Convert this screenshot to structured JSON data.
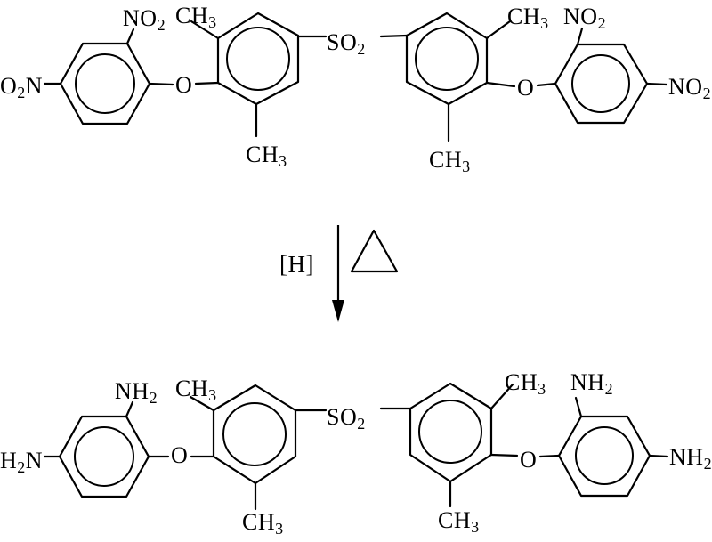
{
  "scheme": {
    "type": "chemical-reaction-scheme",
    "ink_color": "#000000",
    "background_color": "#ffffff",
    "icons": {
      "arrow": "down-arrow",
      "heat_condition": "empty-triangle-delta"
    }
  },
  "labels": {
    "o2n": {
      "pre": "O",
      "sub": "2",
      "post": "N"
    },
    "no2": {
      "pre": "NO",
      "sub": "2"
    },
    "ch3": {
      "pre": "CH",
      "sub": "3"
    },
    "so2": {
      "pre": "SO",
      "sub": "2"
    },
    "o": {
      "pre": "O"
    },
    "nh2": {
      "pre": "NH",
      "sub": "2"
    },
    "h2n": {
      "pre": "H",
      "sub": "2",
      "post": "N"
    },
    "reagent": {
      "pre": "[H]"
    }
  }
}
